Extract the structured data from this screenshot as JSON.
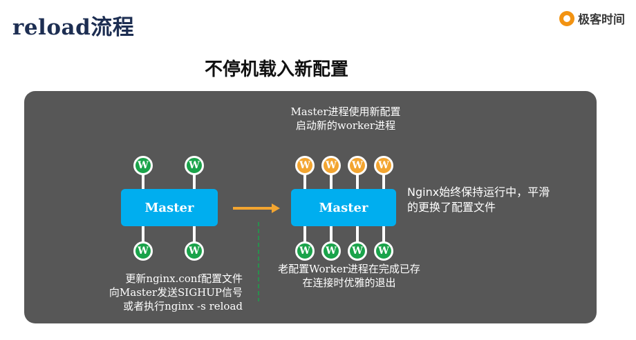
{
  "header": {
    "title": "reload流程",
    "brand_name": "极客时间",
    "brand_icon": "geektime-logo-icon"
  },
  "subtitle": "不停机载入新配置",
  "diagram": {
    "master_label": "Master",
    "worker_label": "W",
    "left_top_workers": 2,
    "left_bottom_workers": 2,
    "right_top_workers": 4,
    "right_bottom_workers": 4,
    "note_top": [
      "Master进程使用新配置",
      "启动新的worker进程"
    ],
    "note_right": [
      "Nginx始终保持运行中，平滑",
      "的更换了配置文件"
    ],
    "note_bottom_right": [
      "老配置Worker进程在完成已存",
      "在连接时优雅的退出"
    ],
    "note_bottom_left": [
      "更新nginx.conf配置文件",
      "向Master发送SIGHUP信号",
      "或者执行nginx -s reload"
    ]
  },
  "colors": {
    "panel": "#575757",
    "master": "#00aeef",
    "old_worker": "#1aa34a",
    "new_worker": "#f3a530",
    "arrow": "#f3a530",
    "divider": "#1aa34a",
    "title": "#1d2e52"
  }
}
